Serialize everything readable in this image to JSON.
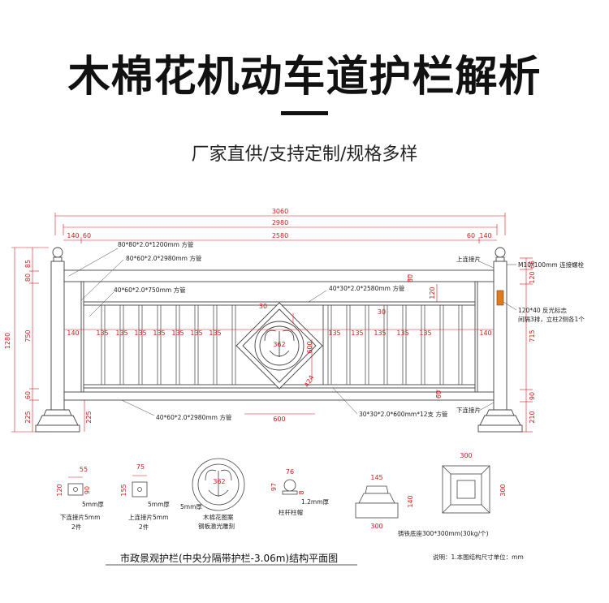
{
  "header": {
    "title": "木棉花机动车道护栏解析",
    "subtitle": "厂家直供/支持定制/规格多样"
  },
  "colors": {
    "dimension": "#d21a1a",
    "drawing": "#333333",
    "marker": "#e07a1f"
  },
  "dimensions": {
    "total": "3060",
    "inner": "2980",
    "panel": "2580",
    "left_140": "140",
    "left_60": "60",
    "right_60": "60",
    "right_140": "140",
    "height_total": "1280",
    "h85": "85",
    "h80": "80",
    "h750": "750",
    "h60": "60",
    "h225": "225",
    "h225b": "225",
    "r65": "65",
    "r120": "120",
    "r715": "715",
    "r90": "90",
    "r210": "210",
    "d80": "80",
    "d120": "120",
    "d30a": "30",
    "d30b": "30",
    "d30c": "30",
    "d362": "362",
    "d600v": "600",
    "d424": "424",
    "d600h": "600",
    "d60": "60",
    "spacing": [
      "140",
      "135",
      "135",
      "135",
      "135",
      "135",
      "135",
      "135",
      "135",
      "135",
      "135",
      "135",
      "135",
      "140"
    ]
  },
  "annotations": {
    "pipe_top": "80*80*2.0*1200mm 方管",
    "pipe_rail": "80*60*2.0*2980mm 方管",
    "pipe_mid_left": "40*60*2.0*750mm 方管",
    "pipe_mid_right": "40*30*2.0*2580mm 方管",
    "pipe_bottom": "40*60*2.0*2980mm 方管",
    "bars": "30*30*2.0*600mm*12支 方管",
    "top_connector": "上连接片",
    "bolt": "M10*100mm 连接螺栓",
    "reflector": "120*40 反光标志",
    "reflector_note": "间隔3排，立柱2侧各1个",
    "bottom_connector": "下连接片"
  },
  "details": {
    "lower_plate": {
      "label": "下连接片5mm",
      "count": "2件",
      "w": "55",
      "h1": "120",
      "h2": "90",
      "thick": "5mm厚"
    },
    "upper_plate": {
      "label": "上连接片5mm",
      "count": "2件",
      "w": "75",
      "h": "155",
      "thick": "5mm厚"
    },
    "flower": {
      "label": "木棉花图案",
      "note": "钢板激光雕刻",
      "size": "362",
      "thick": "5mm厚"
    },
    "post_cap": {
      "label": "柱杆柱帽",
      "w": "76",
      "h1": "97",
      "h2": "8",
      "thick": "1.2mm厚"
    },
    "base_side": {
      "w_top": "145",
      "h": "140",
      "w_bottom": "300"
    },
    "base_top": {
      "w": "300",
      "h": "300",
      "label": "铸铁底座300*300mm(30kg/个)"
    }
  },
  "caption": "市政景观护栏(中央分隔带护栏-3.06m)结构平面图",
  "note": "说明：1.本图结构尺寸单位：mm"
}
